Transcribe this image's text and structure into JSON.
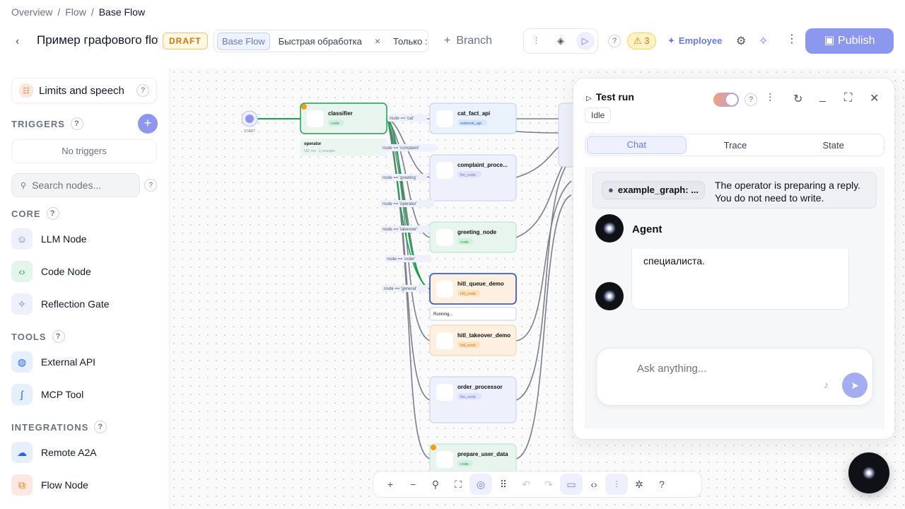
{
  "breadcrumbs": [
    "Overview",
    "Flow",
    "Base Flow"
  ],
  "header": {
    "title": "Пример графового flow",
    "status": "DRAFT",
    "tabs": [
      {
        "label": "Base Flow"
      },
      {
        "label": "Быстрая обработка"
      },
      {
        "label": "Только :"
      }
    ],
    "branch_label": "Branch",
    "warnings": "3",
    "role": "Employee",
    "publish_label": "Publish",
    "help": "?"
  },
  "sidebar": {
    "limits_label": "Limits and speech",
    "triggers_label": "TRIGGERS",
    "no_triggers": "No triggers",
    "search_placeholder": "Search nodes...",
    "sections": [
      {
        "label": "CORE",
        "items": [
          {
            "label": "LLM Node",
            "icon": "robot-icon"
          },
          {
            "label": "Code Node",
            "icon": "code-icon"
          },
          {
            "label": "Reflection Gate",
            "icon": "sparkle-icon"
          }
        ]
      },
      {
        "label": "TOOLS",
        "items": [
          {
            "label": "External API",
            "icon": "globe-icon"
          },
          {
            "label": "MCP Tool",
            "icon": "mcp-icon"
          }
        ]
      },
      {
        "label": "INTEGRATIONS",
        "items": [
          {
            "label": "Remote A2A",
            "icon": "cloud-icon"
          },
          {
            "label": "Flow Node",
            "icon": "flow-icon"
          }
        ]
      }
    ]
  },
  "canvas": {
    "start_label": "START",
    "nodes": [
      {
        "id": "classifier",
        "title": "classifier",
        "tag": "code"
      },
      {
        "id": "cat",
        "title": "cat_fact_api",
        "tag": "external_api"
      },
      {
        "id": "complaint",
        "title": "complaint_proce...",
        "tag": "llm_node"
      },
      {
        "id": "greeting",
        "title": "greeting_node",
        "tag": "code"
      },
      {
        "id": "hitlq",
        "title": "hitl_queue_demo",
        "tag": "hitl_node"
      },
      {
        "id": "hitlt",
        "title": "hitl_takeover_demo",
        "tag": "hitl_node"
      },
      {
        "id": "order",
        "title": "order_processor",
        "tag": "llm_node"
      },
      {
        "id": "prep",
        "title": "prepare_user_data",
        "tag": "code"
      }
    ],
    "operator_label": "operator",
    "operator_meta": "582 ms · 1 changes",
    "running_label": "Running...",
    "routes": [
      "route == 'cat'",
      "route == 'complaint'",
      "route == 'greeting'",
      "route == 'operator'",
      "route == 'takeover'",
      "route == 'order'",
      "route == 'general'"
    ]
  },
  "test_run": {
    "title": "Test run",
    "status": "Idle",
    "tabs": [
      "Chat",
      "Trace",
      "State"
    ],
    "system_chip": "example_graph: ...",
    "system_msg_1": "The operator is preparing a reply.",
    "system_msg_2": "You do not need to write.",
    "agent_name": "Agent",
    "agent_msg": "специалиста.",
    "input_placeholder": "Ask anything..."
  },
  "colors": {
    "accent": "#8c97ee",
    "code_node": "#e8f5ee",
    "hitl_node": "#fdf0e0",
    "llm_node": "#eef0fb",
    "warn": "#d97706"
  }
}
